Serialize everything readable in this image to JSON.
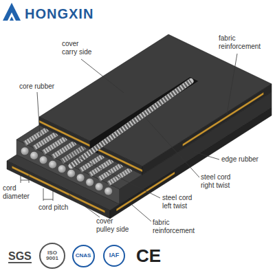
{
  "diagram": {
    "nodes": [
      {
        "text": [
          "ISO 9001"
        ]
      },
      {
        "text": [
          "CNAS"
        ]
      },
      {
        "text": [
          "IAF"
        ]
      }
    ],
    "labels": [
      "HONGXIN",
      "cover carry side",
      "fabric reinforcement",
      "core rubber",
      "edge rubber",
      "steel cord right twist",
      "steel cord left twist",
      "cord diameter",
      "cord pitch",
      "cover pulley side",
      "fabric reinforcement",
      "SGS",
      "CE"
    ]
  }
}
